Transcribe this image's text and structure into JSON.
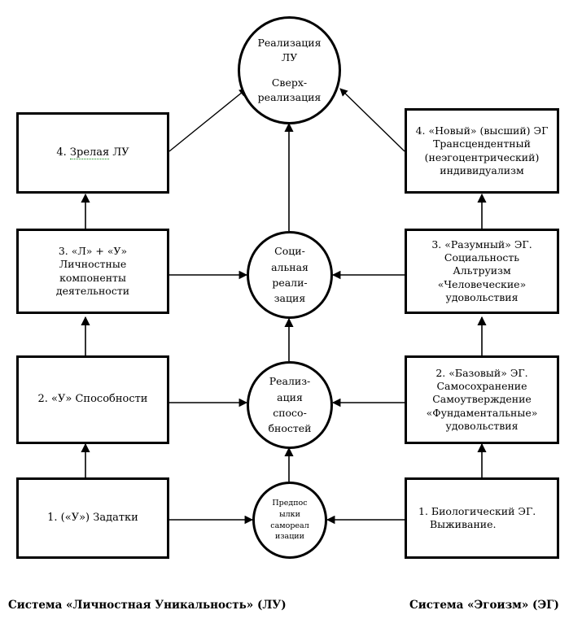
{
  "diagram": {
    "title_left": "Система «Личностная Уникальность» (ЛУ)",
    "title_right": "Система «Эгоизм» (ЭГ)",
    "accent_color": "#000000",
    "spellcheck_underline_color": "#0b8a16",
    "background": "#ffffff",
    "nodes": {
      "top_ellipse": {
        "shape": "ellipse",
        "lines": [
          "Реализация",
          "ЛУ",
          "Сверх-",
          "реализация"
        ]
      },
      "left_4": {
        "shape": "rect",
        "lines": [
          "4. Зрелая ЛУ"
        ],
        "prefix": "4. ",
        "spell_word": "Зрелая",
        "suffix": " ЛУ"
      },
      "right_4": {
        "shape": "rect",
        "lines": [
          "4. «Новый» (высший) ЭГ",
          "Трансцендентный",
          "(неэгоцентрический)",
          "индивидуализм"
        ]
      },
      "left_3": {
        "shape": "rect",
        "lines": [
          "3. «Л» + «У»",
          "Личностные",
          "компоненты",
          "деятельности"
        ]
      },
      "right_3": {
        "shape": "rect",
        "lines": [
          "3. «Разумный»  ЭГ.",
          "Социальность",
          "Альтруизм",
          "«Человеческие»",
          "удовольствия"
        ]
      },
      "mid_ellipse_social": {
        "shape": "ellipse",
        "lines": [
          "Соци-",
          "альная",
          "реали-",
          "зация"
        ]
      },
      "left_2": {
        "shape": "rect",
        "lines": [
          "2. «У»  Способности"
        ]
      },
      "right_2": {
        "shape": "rect",
        "lines": [
          "2. «Базовый» ЭГ.",
          "Самосохранение",
          "Самоутверждение",
          "«Фундаментальные»",
          "удовольствия"
        ]
      },
      "mid_ellipse_abilities": {
        "shape": "ellipse",
        "lines": [
          "Реализ-",
          "ация",
          "спосо-",
          "бностей"
        ]
      },
      "left_1": {
        "shape": "rect",
        "lines": [
          "1.   («У») Задатки"
        ]
      },
      "right_1": {
        "shape": "rect",
        "lines": [
          "1. Биологический ЭГ.",
          "Выживание."
        ]
      },
      "mid_ellipse_prereq": {
        "shape": "ellipse",
        "lines": [
          "Предпос",
          "ылки",
          "самореал",
          "изации"
        ]
      }
    }
  }
}
